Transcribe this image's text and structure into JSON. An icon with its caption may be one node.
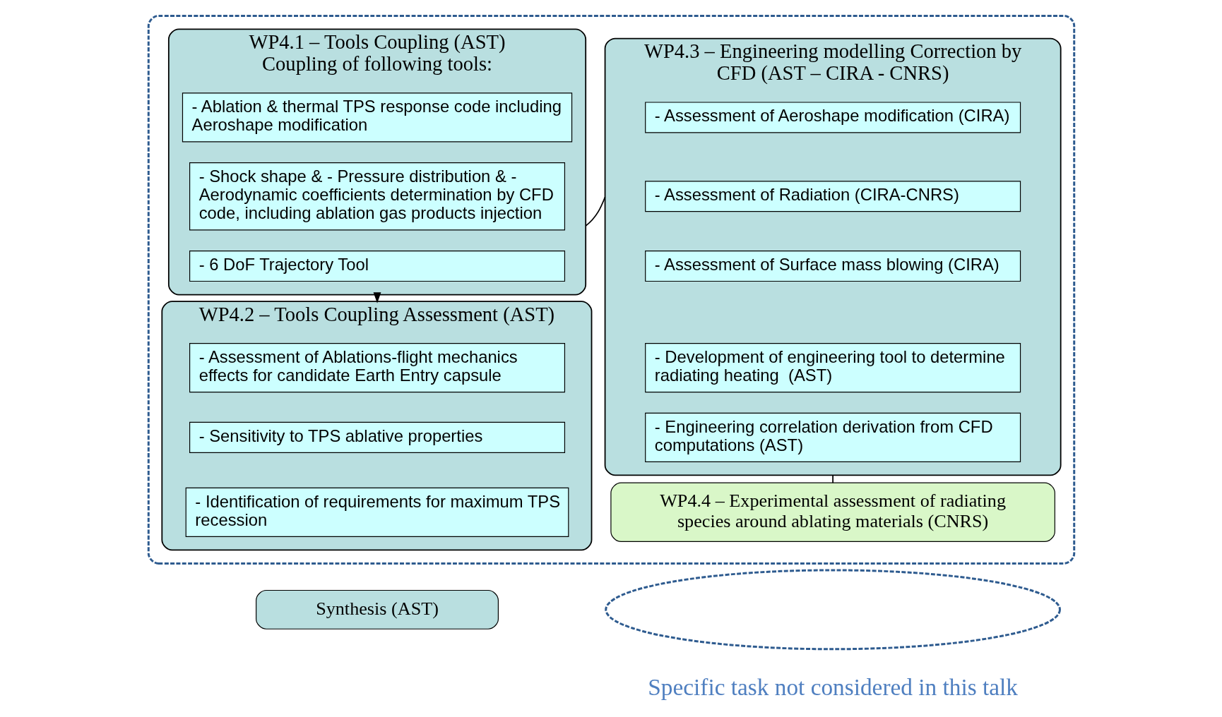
{
  "diagram": {
    "nodes": [
      {
        "text": [],
        "shape": "box"
      },
      {
        "text": [
          "WP4.1 – Tools Coupling (AST)",
          "Coupling of following tools:"
        ],
        "in": 0
      },
      {
        "text": [
          "- Ablation & thermal TPS response code including Aeroshape modification"
        ],
        "in": 1
      },
      {
        "text": [
          "- Shock shape & - Pressure distribution & - Aerodynamic coefficients determination by CFD code, including ablation gas products injection"
        ],
        "in": 1
      },
      {
        "text": [
          "- 6 DoF Trajectory Tool"
        ],
        "in": 1
      },
      {
        "text": [
          "WP4.3 – Engineering modelling Correction by CFD (AST – CIRA - CNRS)"
        ],
        "in": 0
      },
      {
        "text": [
          "- Assessment of Aeroshape modification (CIRA)"
        ],
        "in": 5
      },
      {
        "text": [
          "- Assessment of Radiation (CIRA-CNRS)"
        ],
        "in": 5
      },
      {
        "text": [
          "- Assessment of Surface mass blowing (CIRA)"
        ],
        "in": 5
      },
      {
        "text": [
          "- Development of engineering tool to determine radiating heating  (AST)"
        ],
        "in": 5
      },
      {
        "text": [
          "- Engineering correlation derivation from CFD computations (AST)"
        ],
        "in": 5
      },
      {
        "text": [
          "WP4.2 – Tools Coupling Assessment (AST)"
        ],
        "in": 0
      },
      {
        "text": [
          "- Assessment of Ablations-flight mechanics effects for candidate Earth Entry capsule"
        ],
        "in": 11
      },
      {
        "text": [
          "- Sensitivity to TPS ablative properties"
        ],
        "in": 11
      },
      {
        "text": [
          "- Identification of requirements for maximum TPS recession"
        ],
        "in": 11
      },
      {
        "text": [
          "WP4.4 – Experimental assessment of radiating species around ablating materials (CNRS)"
        ],
        "in": 0
      },
      {
        "text": [],
        "shape": "ellipse"
      },
      {
        "text": [
          "Synthesis (AST)"
        ]
      }
    ],
    "edges": [
      {
        "from": 1,
        "to": 11,
        "arrow": "to"
      },
      {
        "from": 1,
        "to": 5,
        "arrow": "none"
      },
      {
        "from": 5,
        "to": 15,
        "arrow": "none"
      }
    ],
    "labels": [
      "Specific task not considered in this talk"
    ]
  }
}
